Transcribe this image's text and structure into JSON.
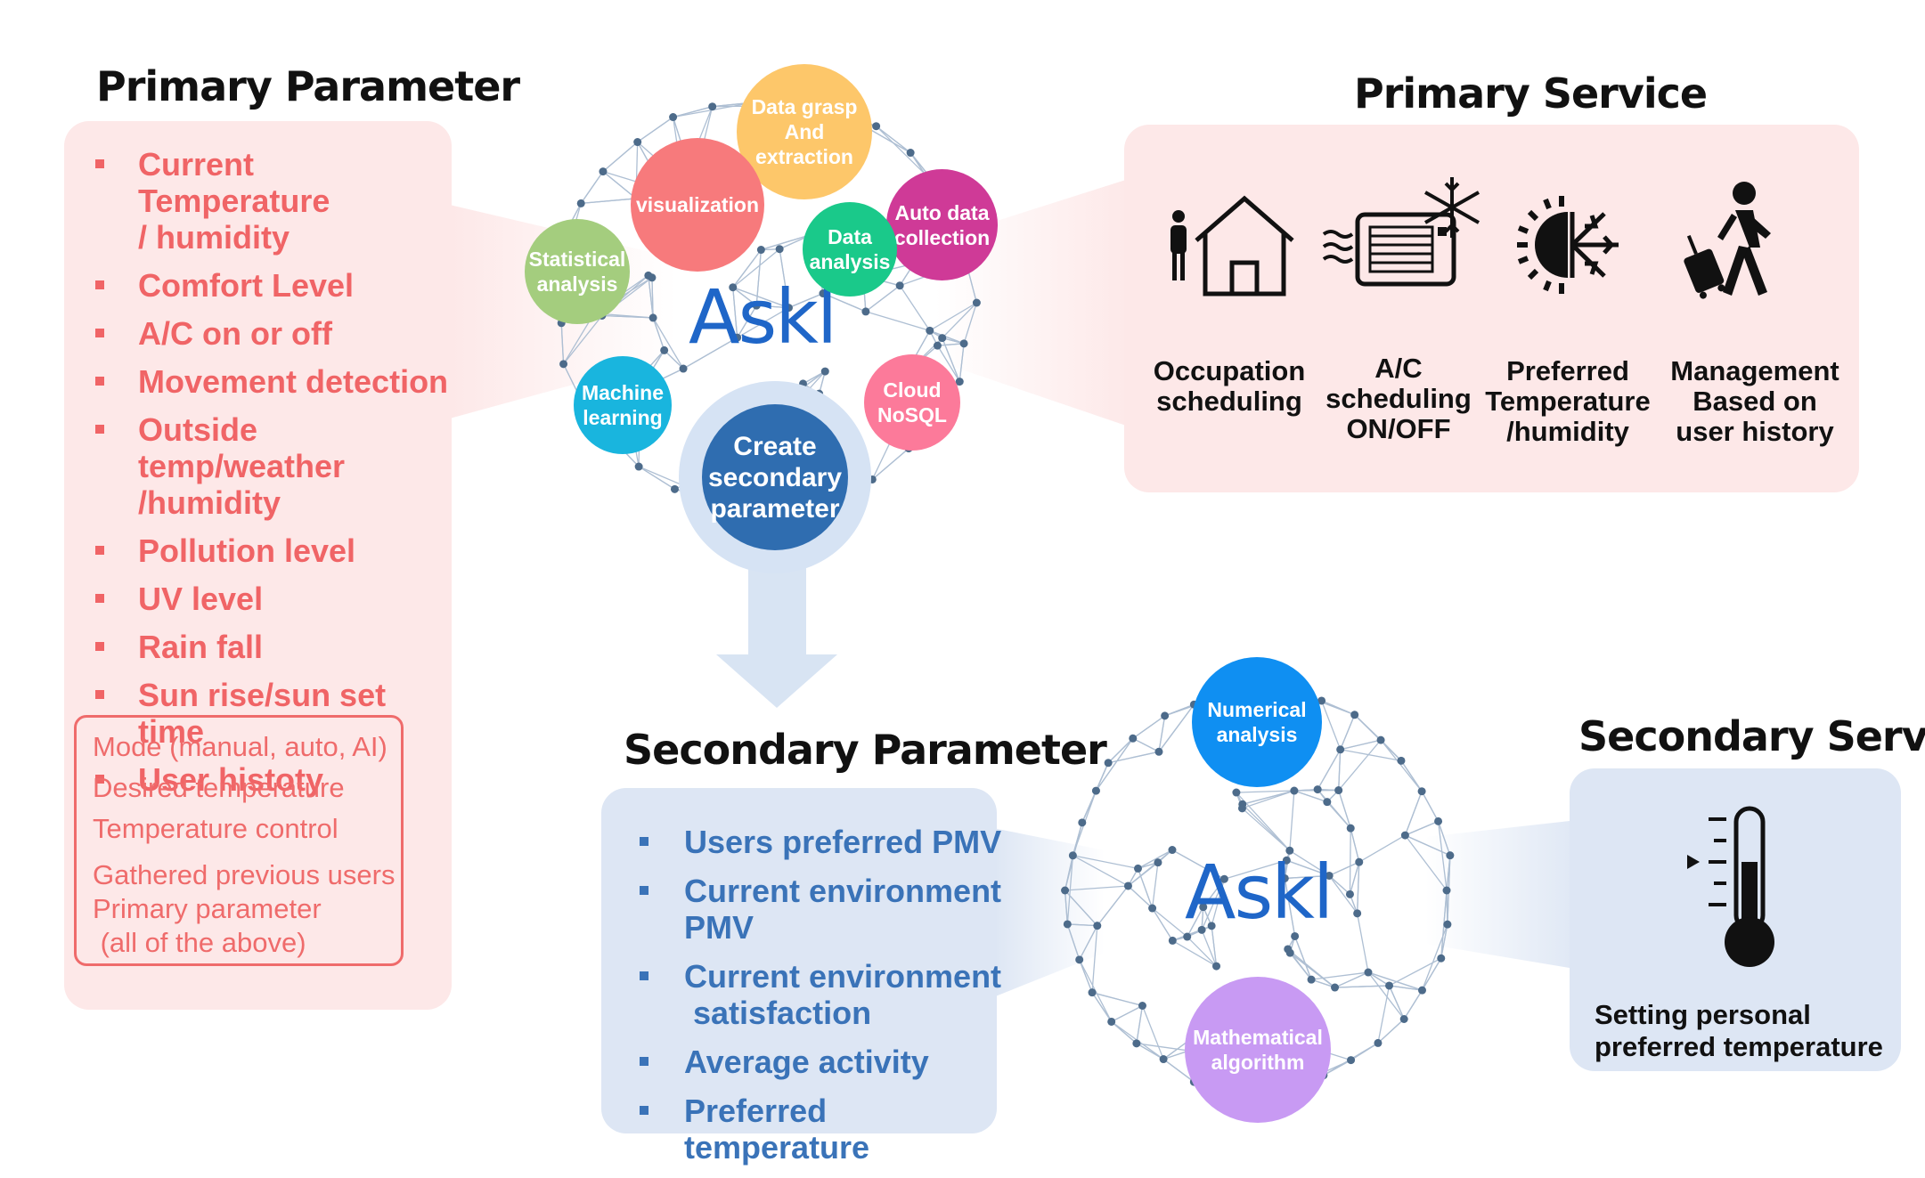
{
  "primary_parameter": {
    "title": "Primary Parameter",
    "items": [
      "Current Temperature\n/ humidity",
      "Comfort Level",
      "A/C on or off",
      "Movement detection",
      "Outside temp/weather\n/humidity",
      "Pollution level",
      "UV level",
      "Rain fall",
      "Sun rise/sun set time",
      "User histoty"
    ],
    "mode_box": [
      "Mode (manual, auto, AI)",
      "Desired temperature",
      "Temperature control",
      "Gathered previous users",
      "Primary parameter",
      " (all of the above)"
    ]
  },
  "top_network": {
    "brand": "Askl",
    "bubbles": {
      "data_grasp": "Data grasp\nAnd\nextraction",
      "visualization": "visualization",
      "auto_data": "Auto data\ncollection",
      "data_analysis": "Data\nanalysis",
      "statistical": "Statistical\nanalysis",
      "machine_learning": "Machine\nlearning",
      "cloud": "Cloud\nNoSQL",
      "create_secondary": "Create\nsecondary\nparameter"
    }
  },
  "primary_service": {
    "title": "Primary Service",
    "items": [
      {
        "label": "Occupation\nscheduling",
        "icon": "house-person-icon"
      },
      {
        "label": "A/C\nscheduling\nON/OFF",
        "icon": "air-conditioner-icon"
      },
      {
        "label": "Preferred\nTemperature\n/humidity",
        "icon": "sun-snowflake-icon"
      },
      {
        "label": "Management\nBased on\nuser history",
        "icon": "traveler-icon"
      }
    ]
  },
  "secondary_parameter": {
    "title": "Secondary Parameter",
    "items": [
      "Users preferred PMV",
      "Current environment PMV",
      "Current environment\n satisfaction",
      "Average activity",
      "Preferred temperature"
    ]
  },
  "bottom_network": {
    "brand": "Askl",
    "bubbles": {
      "numerical": "Numerical\nanalysis",
      "mathematical": "Mathematical\nalgorithm"
    }
  },
  "secondary_service": {
    "title": "Secondary Service",
    "label": "Setting personal\npreferred temperature",
    "icon": "thermometer-icon"
  },
  "colors": {
    "pink_panel": "#fde8e8",
    "blue_panel": "#dde6f4",
    "primary_text": "#f06466",
    "secondary_text": "#3a73b8",
    "brand": "#1f66c8"
  }
}
